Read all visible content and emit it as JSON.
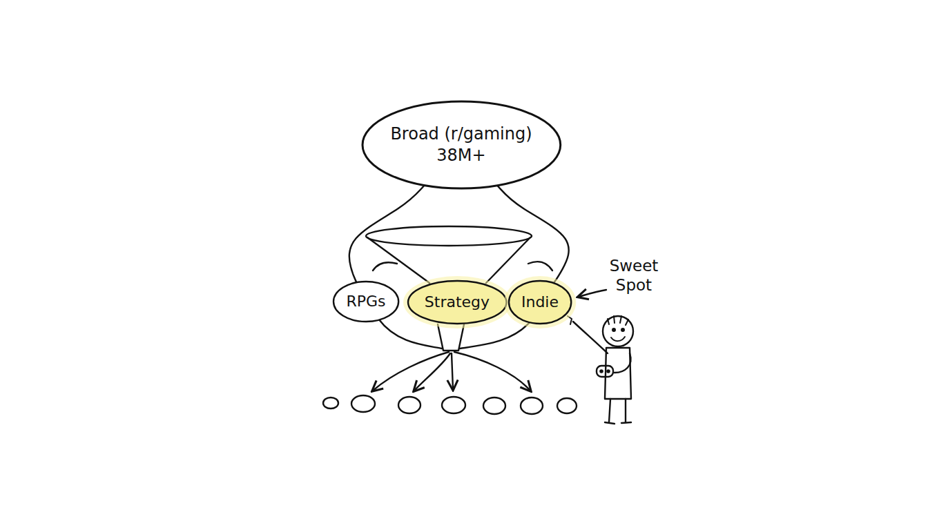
{
  "diagram": {
    "nodes": [
      {
        "text": [
          "Broad (r/gaming)",
          "38M+"
        ]
      },
      {
        "text": [
          "RPGs"
        ]
      },
      {
        "text": [
          "Strategy"
        ]
      },
      {
        "text": [
          "Indie"
        ]
      }
    ],
    "edges": [
      {
        "from": 0,
        "to": 1,
        "arrow": "none"
      },
      {
        "from": 0,
        "to": 3,
        "arrow": "none"
      }
    ],
    "labels": [
      "Sweet Spot"
    ]
  }
}
